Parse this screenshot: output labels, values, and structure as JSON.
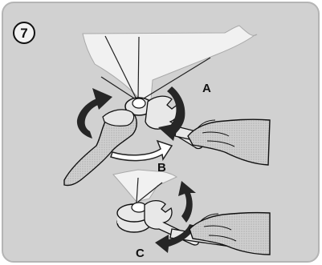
{
  "step": {
    "number": "7"
  },
  "callouts": {
    "a": "A",
    "b": "B",
    "c": "C"
  },
  "colors": {
    "panel_fill": "#d1d1d1",
    "panel_border": "#b4b4b4",
    "fabric_fill": "#f1f1f1",
    "glove_fill": "#cfcfcf",
    "ink": "#1f1f1f",
    "arrow_dark": "#262626",
    "arrow_light": "#ffffff"
  },
  "icons": {
    "circle": "step-number-circle",
    "arrows": [
      "curved-arrow-rotate",
      "curved-arrow-counter-rotate"
    ],
    "tools": [
      "wrench",
      "gloved-hand",
      "umbrella-canopy",
      "hub"
    ]
  }
}
